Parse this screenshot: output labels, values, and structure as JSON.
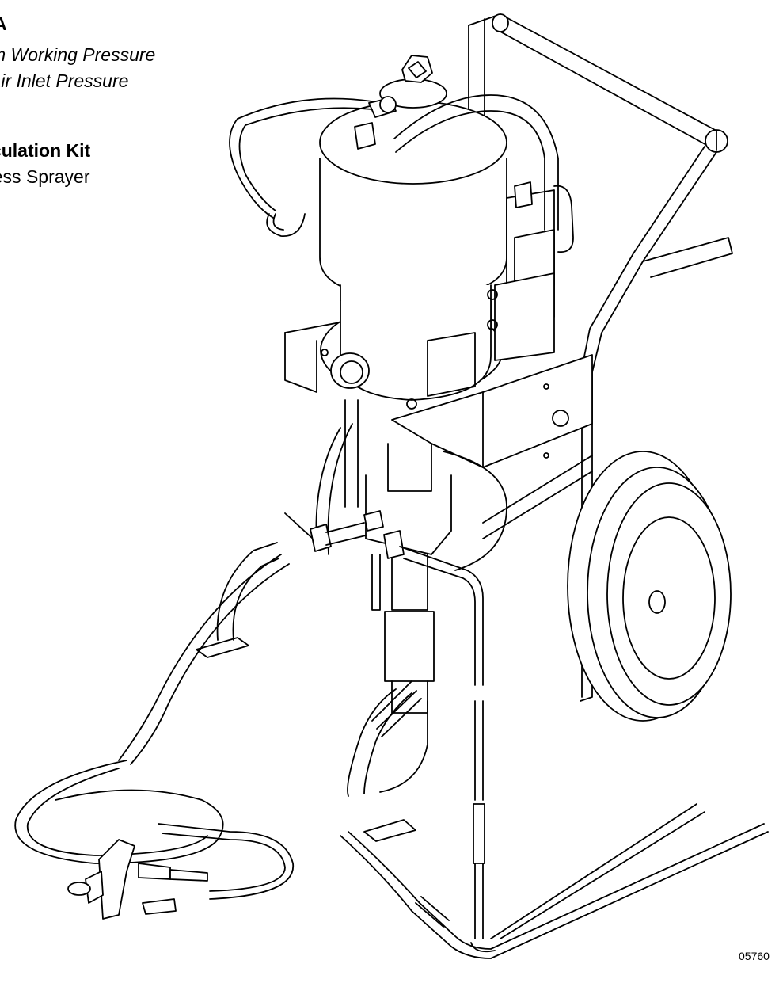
{
  "header": {
    "line1": "A",
    "line2": "m Working Pressure",
    "line3": "Air Inlet Pressure",
    "line4": "rculation Kit",
    "line5": "rless Sprayer"
  },
  "figure_number": "05760",
  "illustration": {
    "subject": "pump-sprayer-on-cart",
    "stroke_color": "#000000",
    "fill_color": "#ffffff"
  }
}
